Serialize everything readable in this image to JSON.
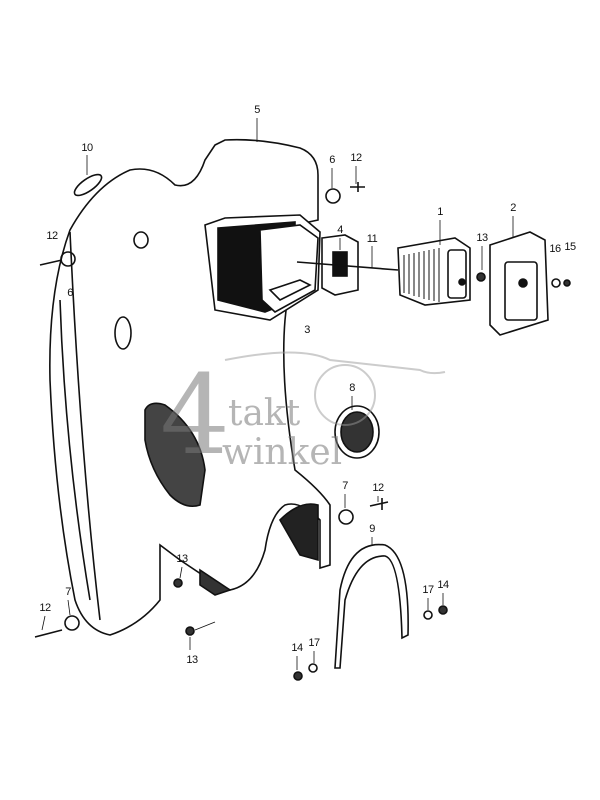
{
  "watermark": {
    "digit": "4",
    "line1": "takt",
    "line2": "winkel"
  },
  "part_labels": [
    "5",
    "10",
    "6",
    "12",
    "12",
    "6",
    "4",
    "11",
    "1",
    "13",
    "2",
    "16",
    "15",
    "3",
    "8",
    "7",
    "12",
    "9",
    "13",
    "7",
    "12",
    "13",
    "17",
    "14",
    "14",
    "17"
  ],
  "colors": {
    "ink": "#111111",
    "watermark": "#8a8a8a",
    "background": "#ffffff"
  }
}
